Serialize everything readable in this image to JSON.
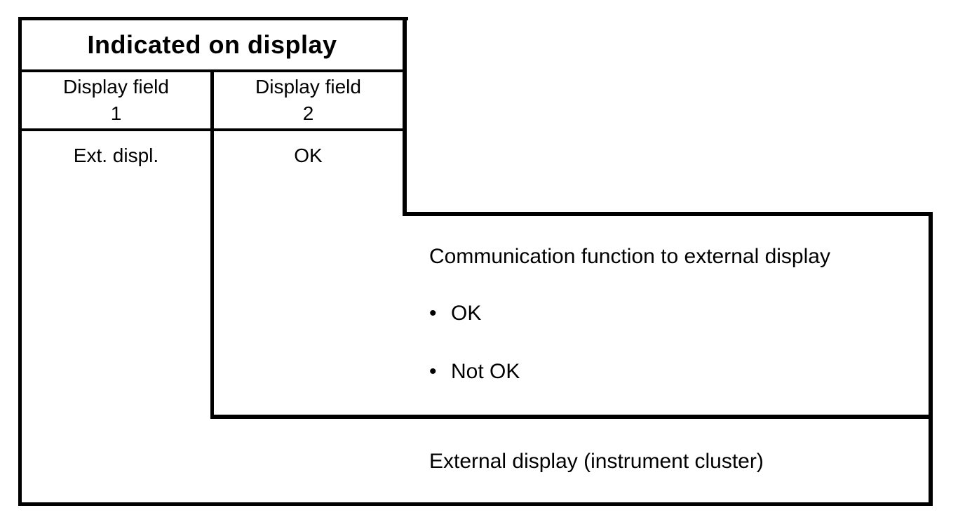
{
  "table": {
    "header": "Indicated on display",
    "columns": [
      {
        "title": "Display field",
        "number": "1",
        "value": "Ext. displ."
      },
      {
        "title": "Display field",
        "number": "2",
        "value": "OK"
      }
    ]
  },
  "callout": {
    "title": "Communication function to external display",
    "bullet_char": "•",
    "bullets": [
      "OK",
      "Not OK"
    ]
  },
  "caption": "External display (instrument cluster)",
  "colors": {
    "line": "#000000",
    "background": "#ffffff"
  }
}
